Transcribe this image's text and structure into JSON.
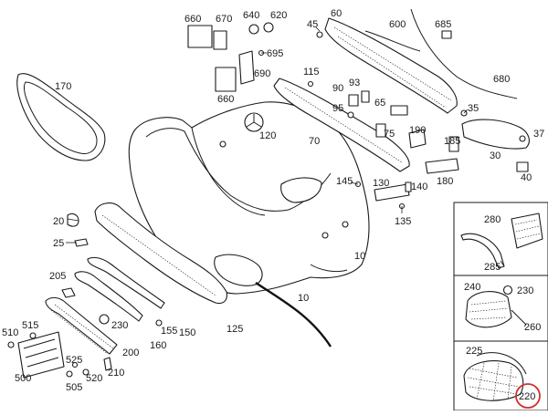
{
  "diagram": {
    "accent_color": "#d32f2f",
    "highlighted_part": "220",
    "labels": {
      "p10a": "10",
      "p10b": "10",
      "p20": "20",
      "p25": "25",
      "p30": "30",
      "p35": "35",
      "p37": "37",
      "p40": "40",
      "p45": "45",
      "p60": "60",
      "p65": "65",
      "p70": "70",
      "p75": "75",
      "p90": "90",
      "p93": "93",
      "p95": "95",
      "p115": "115",
      "p120": "120",
      "p125": "125",
      "p130": "130",
      "p135": "135",
      "p140": "140",
      "p145": "145",
      "p150": "150",
      "p155": "155",
      "p160": "160",
      "p170": "170",
      "p180": "180",
      "p185": "185",
      "p190": "190",
      "p200": "200",
      "p205": "205",
      "p210": "210",
      "p220": "220",
      "p225": "225",
      "p230a": "230",
      "p230b": "230",
      "p240": "240",
      "p260": "260",
      "p280": "280",
      "p285": "285",
      "p500": "500",
      "p505": "505",
      "p510": "510",
      "p515": "515",
      "p520": "520",
      "p525": "525",
      "p600": "600",
      "p620": "620",
      "p640": "640",
      "p660a": "660",
      "p660b": "660",
      "p670": "670",
      "p680": "680",
      "p685": "685",
      "p690": "690",
      "p695": "695"
    }
  }
}
